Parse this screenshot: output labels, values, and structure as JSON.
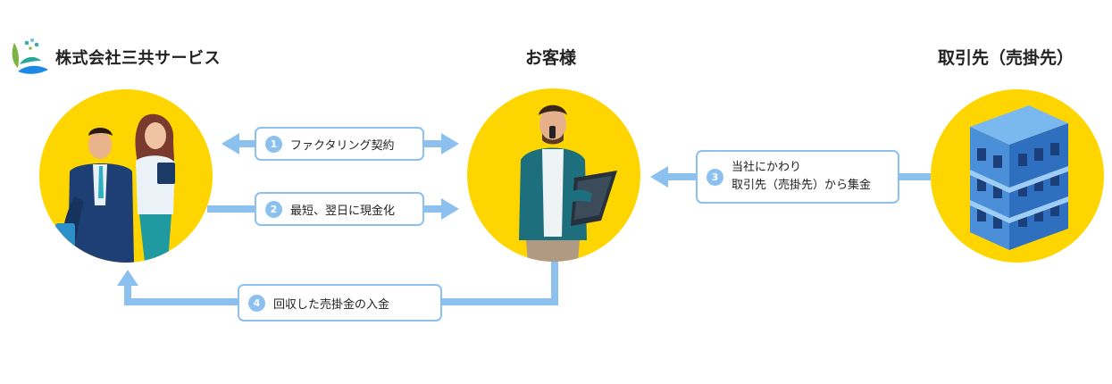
{
  "company": {
    "name": "株式会社三共サービス",
    "logo_icon": "leaf-logo-icon"
  },
  "headings": {
    "customer": "お客様",
    "trading_partner": "取引先（売掛先）"
  },
  "steps": [
    {
      "number": "1",
      "label": "ファクタリング契約"
    },
    {
      "number": "2",
      "label": "最短、翌日に現金化"
    },
    {
      "number": "3",
      "line1": "当社にかわり",
      "line2": "取引先（売掛先）から集金"
    },
    {
      "number": "4",
      "label": "回収した売掛金の入金"
    }
  ],
  "colors": {
    "circle": "#ffd500",
    "arrow": "#8cc0ee",
    "building": "#4a8fd8"
  }
}
